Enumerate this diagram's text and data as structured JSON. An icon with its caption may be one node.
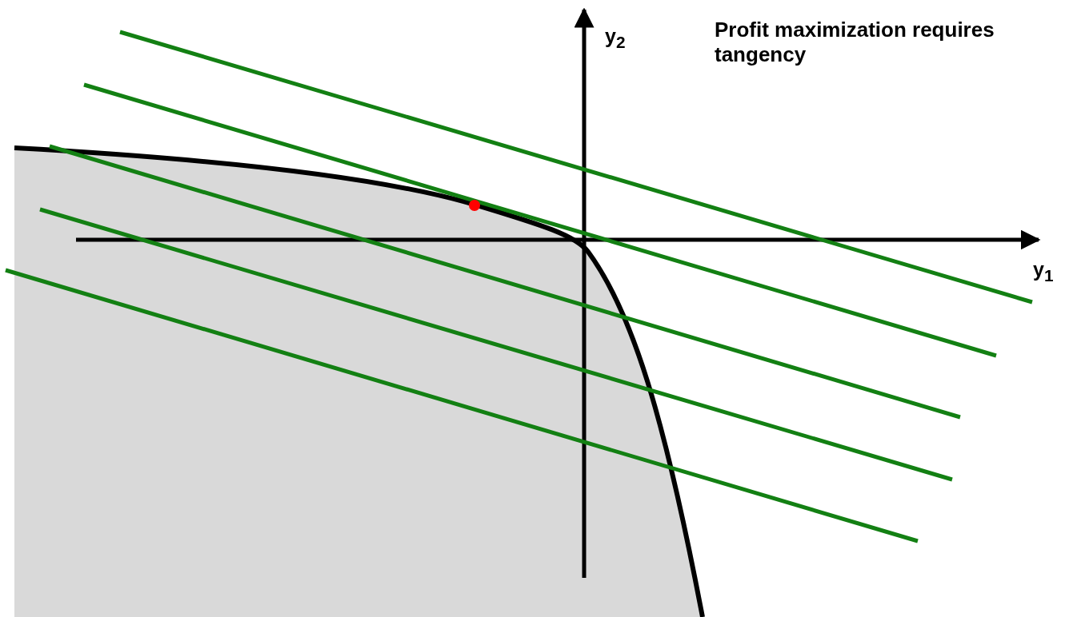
{
  "diagram": {
    "labels": [
      "Profit maximization requires tangency",
      "y$_{2}$",
      "y$_{1}$"
    ]
  }
}
